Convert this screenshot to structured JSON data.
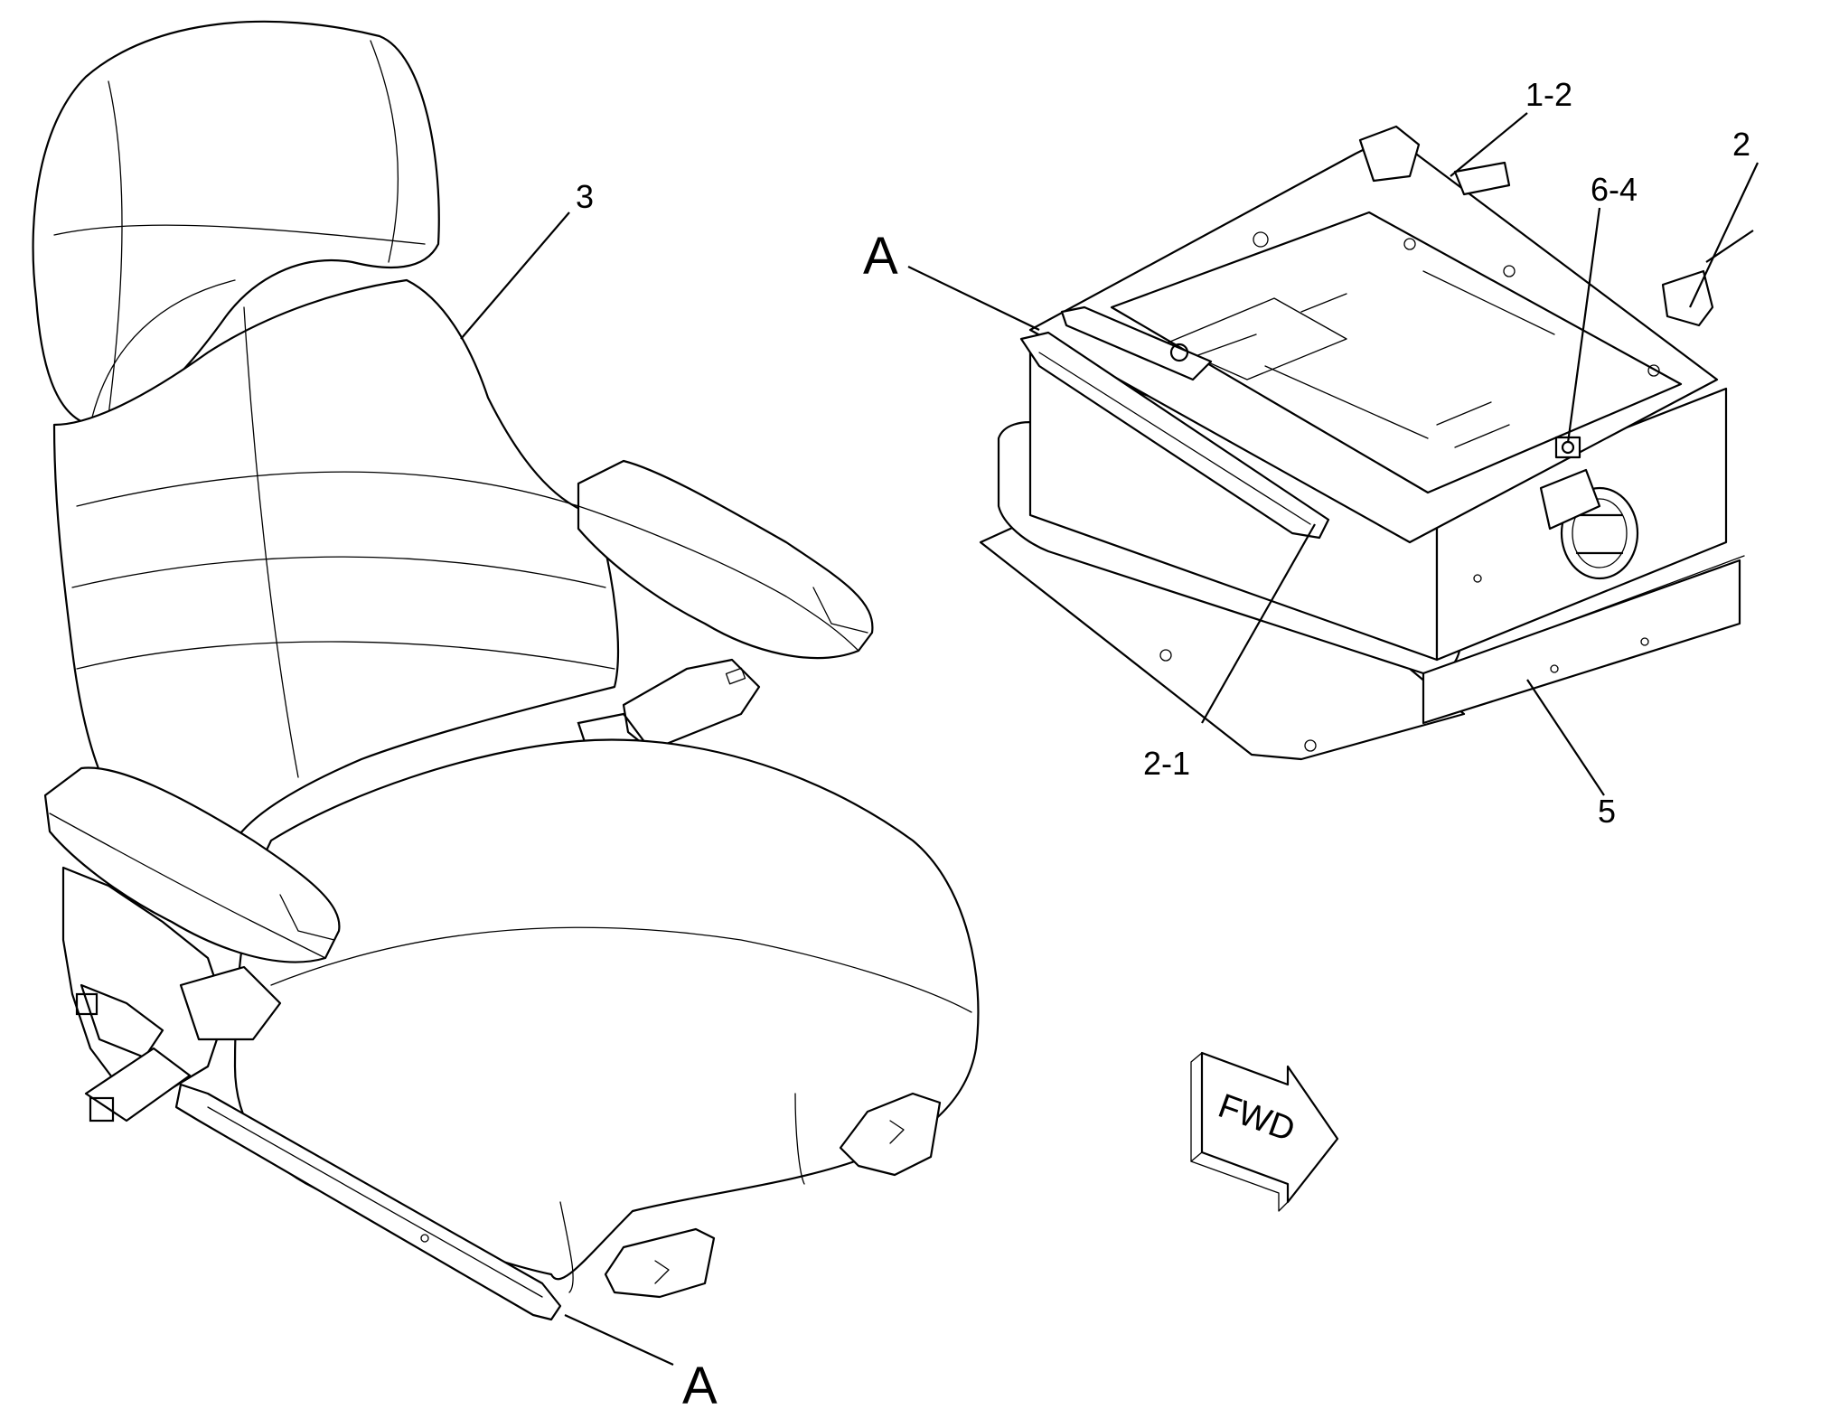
{
  "labels": {
    "callout_1_2": "1-2",
    "callout_2": "2",
    "callout_3": "3",
    "callout_6_4": "6-4",
    "callout_A_upper": "A",
    "callout_2_1": "2-1",
    "callout_5": "5",
    "callout_A_lower": "A",
    "fwd_arrow": "FWD"
  },
  "colors": {
    "line": "#000000",
    "background": "#ffffff"
  }
}
